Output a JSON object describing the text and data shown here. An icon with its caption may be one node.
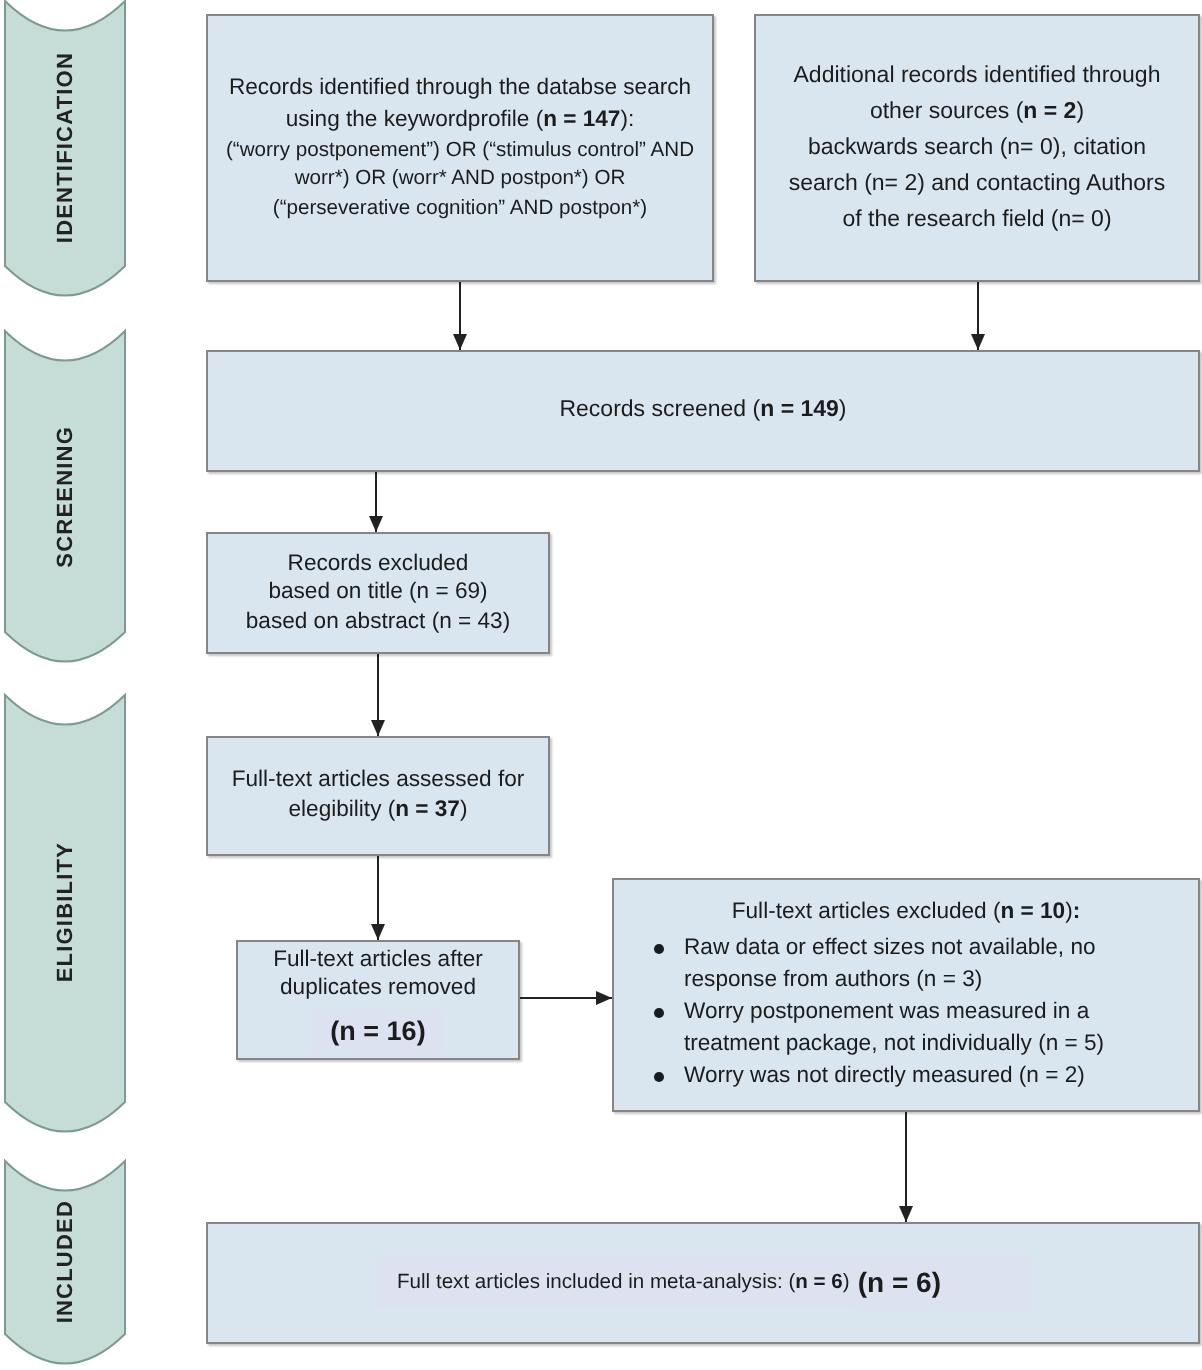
{
  "diagram": {
    "nodes": [
      {
        "text": [
          "IDENTIFICATION"
        ]
      },
      {
        "text": [
          "Records identified through the databse search using the keywordprofile (**n = 147**):",
          "(“worry postponement”) OR (“stimulus control” AND worr*) OR (worr* AND postpon*) OR (“perseverative cognition” AND postpon*)"
        ]
      },
      {
        "text": [
          "Additional records identified through other sources (**n = 2**)",
          "backwards search (n= 0), citation search (n= 2) and contacting Authors of the research field (n= 0)"
        ]
      },
      {
        "text": [
          "SCREENING"
        ]
      },
      {
        "text": [
          "Records screened (**n = 149**)"
        ]
      },
      {
        "text": [
          "Records excluded",
          "based on title (n = 69)",
          "based on abstract (n = 43)"
        ]
      },
      {
        "text": [
          "ELIGIBILITY"
        ]
      },
      {
        "text": [
          "Full-text articles assessed for elegibility (**n = 37**)"
        ]
      },
      {
        "text": [
          "Full-text articles after duplicates removed",
          "(n = 16)"
        ]
      },
      {
        "text": [
          "Full-text articles excluded (**n = 10**)**:**",
          "Raw data or effect sizes not available, no response from authors (n = 3)",
          "Worry postponement was measured in a treatment package, not individually (n = 5)",
          "Worry was not directly measured (n = 2)"
        ]
      },
      {
        "text": [
          "INCLUDED"
        ]
      },
      {
        "text": [
          "Full text articles included in meta-analysis: (**n = 6**)",
          "(n = 6)"
        ]
      }
    ],
    "edges": [
      {
        "from": 1,
        "to": 4,
        "arrow": "to"
      },
      {
        "from": 2,
        "to": 4,
        "arrow": "to"
      },
      {
        "from": 4,
        "to": 5,
        "arrow": "to"
      },
      {
        "from": 5,
        "to": 7,
        "arrow": "to"
      },
      {
        "from": 7,
        "to": 8,
        "arrow": "to"
      },
      {
        "from": 8,
        "to": 9,
        "arrow": "to"
      },
      {
        "from": 9,
        "to": 11,
        "arrow": "to"
      }
    ]
  }
}
